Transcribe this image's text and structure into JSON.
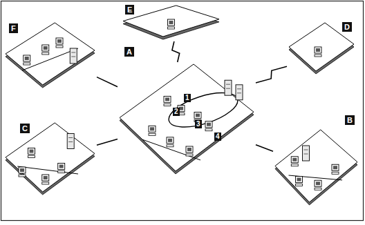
{
  "diagram": {
    "nodes": [
      {
        "text": [
          "E"
        ]
      },
      {
        "text": [
          "F"
        ]
      },
      {
        "text": [
          "A"
        ]
      },
      {
        "text": [
          "D"
        ]
      },
      {
        "text": [
          "C"
        ]
      },
      {
        "text": [
          "B"
        ]
      }
    ],
    "edges": [
      {
        "from": 2,
        "to": 0,
        "arrow": "none"
      },
      {
        "from": 2,
        "to": 1,
        "arrow": "none"
      },
      {
        "from": 2,
        "to": 3,
        "arrow": "none"
      },
      {
        "from": 2,
        "to": 4,
        "arrow": "none"
      },
      {
        "from": 2,
        "to": 5,
        "arrow": "none"
      }
    ],
    "labels": [
      "1",
      "2",
      "3",
      "4"
    ]
  }
}
